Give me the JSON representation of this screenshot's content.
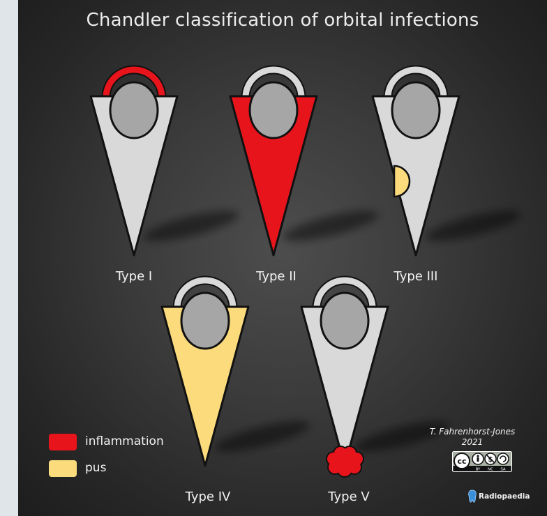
{
  "title": "Chandler classification of orbital infections",
  "colors": {
    "inflammation": "#e8141c",
    "pus": "#fbdb7c",
    "tissue": "#d9d9d9",
    "globe": "#a6a6a6",
    "outline": "#111111",
    "background": "#333333"
  },
  "types": [
    {
      "label": "Type I",
      "fill": "none",
      "cap": "inflammation",
      "feature": "none"
    },
    {
      "label": "Type II",
      "fill": "inflammation",
      "cap": "none",
      "feature": "none"
    },
    {
      "label": "Type III",
      "fill": "none",
      "cap": "none",
      "feature": "pus-collection"
    },
    {
      "label": "Type IV",
      "fill": "pus",
      "cap": "none",
      "feature": "none"
    },
    {
      "label": "Type V",
      "fill": "none",
      "cap": "none",
      "feature": "apical-inflammation"
    }
  ],
  "legend": [
    {
      "label": "inflammation",
      "color": "#e8141c"
    },
    {
      "label": "pus",
      "color": "#fbdb7c"
    }
  ],
  "credit": {
    "author": "T. Fahrenhorst-Jones",
    "year": "2021",
    "license_icon": "cc-by-nc-sa-badge",
    "license_parts": [
      "BY",
      "NC",
      "SA"
    ],
    "source": "Radiopaedia",
    "source_icon": "radiopaedia-logo"
  }
}
